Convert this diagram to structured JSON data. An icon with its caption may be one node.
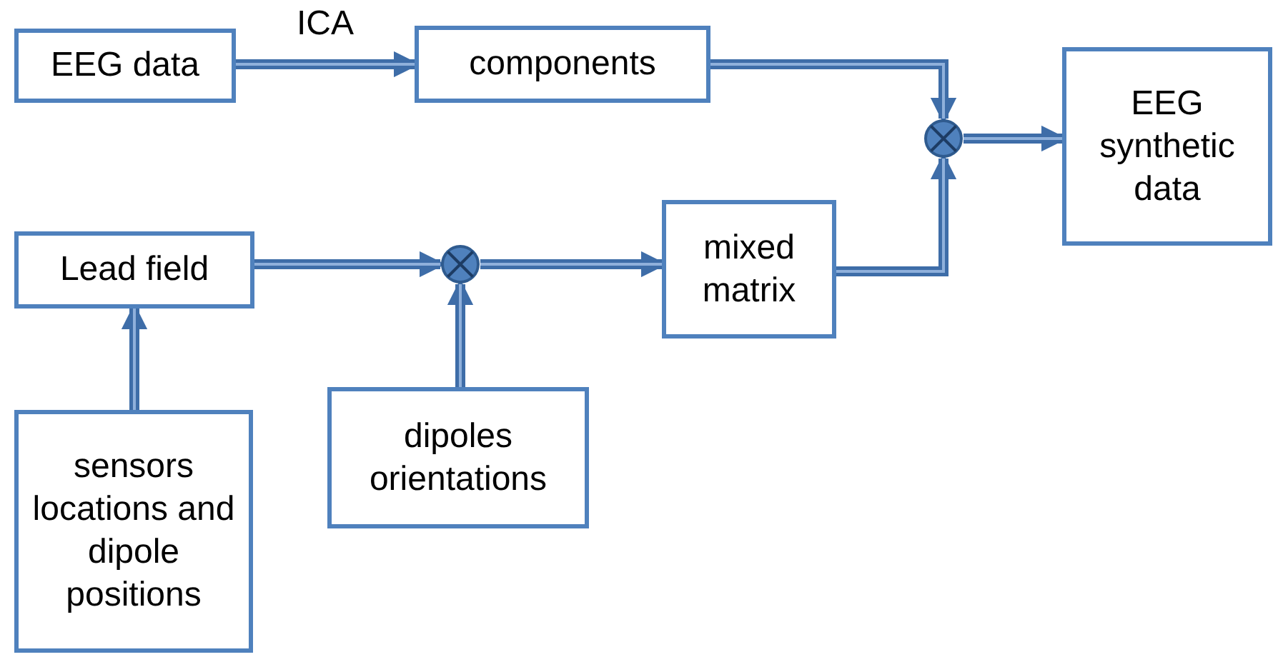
{
  "diagram": {
    "nodes": [
      {
        "text": [
          "EEG data"
        ]
      },
      {
        "text": [
          "components"
        ]
      },
      {
        "text": [],
        "shape": "circle"
      },
      {
        "text": [
          "EEG synthetic data"
        ]
      },
      {
        "text": [
          "Lead field"
        ]
      },
      {
        "text": [],
        "shape": "circle"
      },
      {
        "text": [
          "mixed matrix"
        ]
      },
      {
        "text": [
          "sensors locations and dipole positions"
        ]
      },
      {
        "text": [
          "dipoles orientations"
        ]
      }
    ],
    "edges": [
      {
        "from": 0,
        "to": 1,
        "arrow": "to",
        "label": "ICA"
      },
      {
        "from": 1,
        "to": 2,
        "arrow": "to"
      },
      {
        "from": 2,
        "to": 3,
        "arrow": "to"
      },
      {
        "from": 4,
        "to": 5,
        "arrow": "to"
      },
      {
        "from": 7,
        "to": 4,
        "arrow": "to"
      },
      {
        "from": 8,
        "to": 5,
        "arrow": "to"
      },
      {
        "from": 5,
        "to": 6,
        "arrow": "to"
      },
      {
        "from": 6,
        "to": 2,
        "arrow": "to"
      }
    ]
  }
}
